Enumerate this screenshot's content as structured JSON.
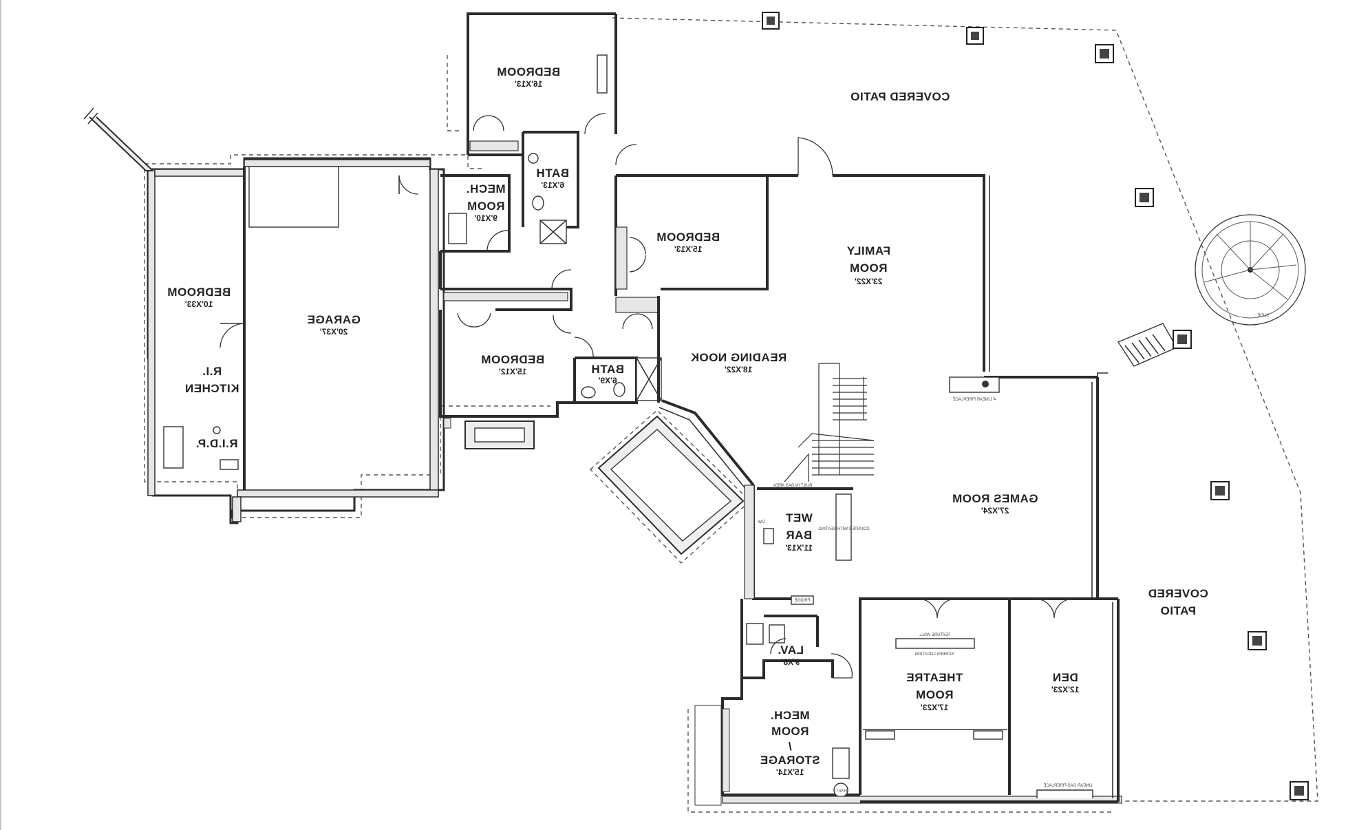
{
  "rooms": {
    "bedroom_top": {
      "name": "BEDROOM",
      "dim": "16'X13'"
    },
    "covered_patio_top": {
      "name": "COVERED PATIO"
    },
    "bath_top": {
      "name": "BATH",
      "dim": "6'X13'"
    },
    "mech_room_top": {
      "name1": "MECH.",
      "name2": "ROOM",
      "dim": "9'X10'"
    },
    "bedroom_middle": {
      "name": "BEDROOM",
      "dim": "15'X13'"
    },
    "family_room": {
      "name1": "FAMILY",
      "name2": "ROOM",
      "dim": "23'X22'"
    },
    "bedroom_left": {
      "name": "BEDROOM",
      "dim": "10'X33'"
    },
    "garage": {
      "name": "GARAGE",
      "dim": "20'X37'"
    },
    "ri_kitchen": {
      "name1": "R.I.",
      "name2": "KITCHEN"
    },
    "ridp": {
      "name": "R.I.D.P."
    },
    "bedroom_lower": {
      "name": "BEDROOM",
      "dim": "15'X12'"
    },
    "bath_lower": {
      "name": "BATH",
      "dim": "6'X9'"
    },
    "reading_nook": {
      "name": "READING NOOK",
      "dim": "18'X22'"
    },
    "games_room": {
      "name": "GAMES ROOM",
      "dim": "27'X24'"
    },
    "wet_bar": {
      "name1": "WET",
      "name2": "BAR",
      "dim": "11'X13'"
    },
    "covered_patio_right": {
      "name1": "COVERED",
      "name2": "PATIO"
    },
    "lav": {
      "name": "LAV.",
      "dim": "9'X8'"
    },
    "theatre_room": {
      "name1": "THEATRE",
      "name2": "ROOM",
      "dim": "17'X23'"
    },
    "den": {
      "name": "DEN",
      "dim": "12'X23'"
    },
    "mech_storage": {
      "name1": "MECH.",
      "name2": "ROOM",
      "name3": "/",
      "name4": "STORAGE",
      "dim": "15'X14'"
    }
  },
  "annotations": {
    "fireplace_family": "4' LINEAR FIREPLACE",
    "fireplace_den": "LINEAR GAS FIREPLACE",
    "builtin_gas": "BUILT IN GAS AREA",
    "wet_bar_counter": "COUNTER WITH SEATING",
    "feature_wall": "FEATURE WALL",
    "screen_location": "SCREEN LOCATION",
    "stair_label": "SLIDE",
    "fridge": "FRIDGE",
    "dw": "DW",
    "hw": "H.W.T."
  }
}
